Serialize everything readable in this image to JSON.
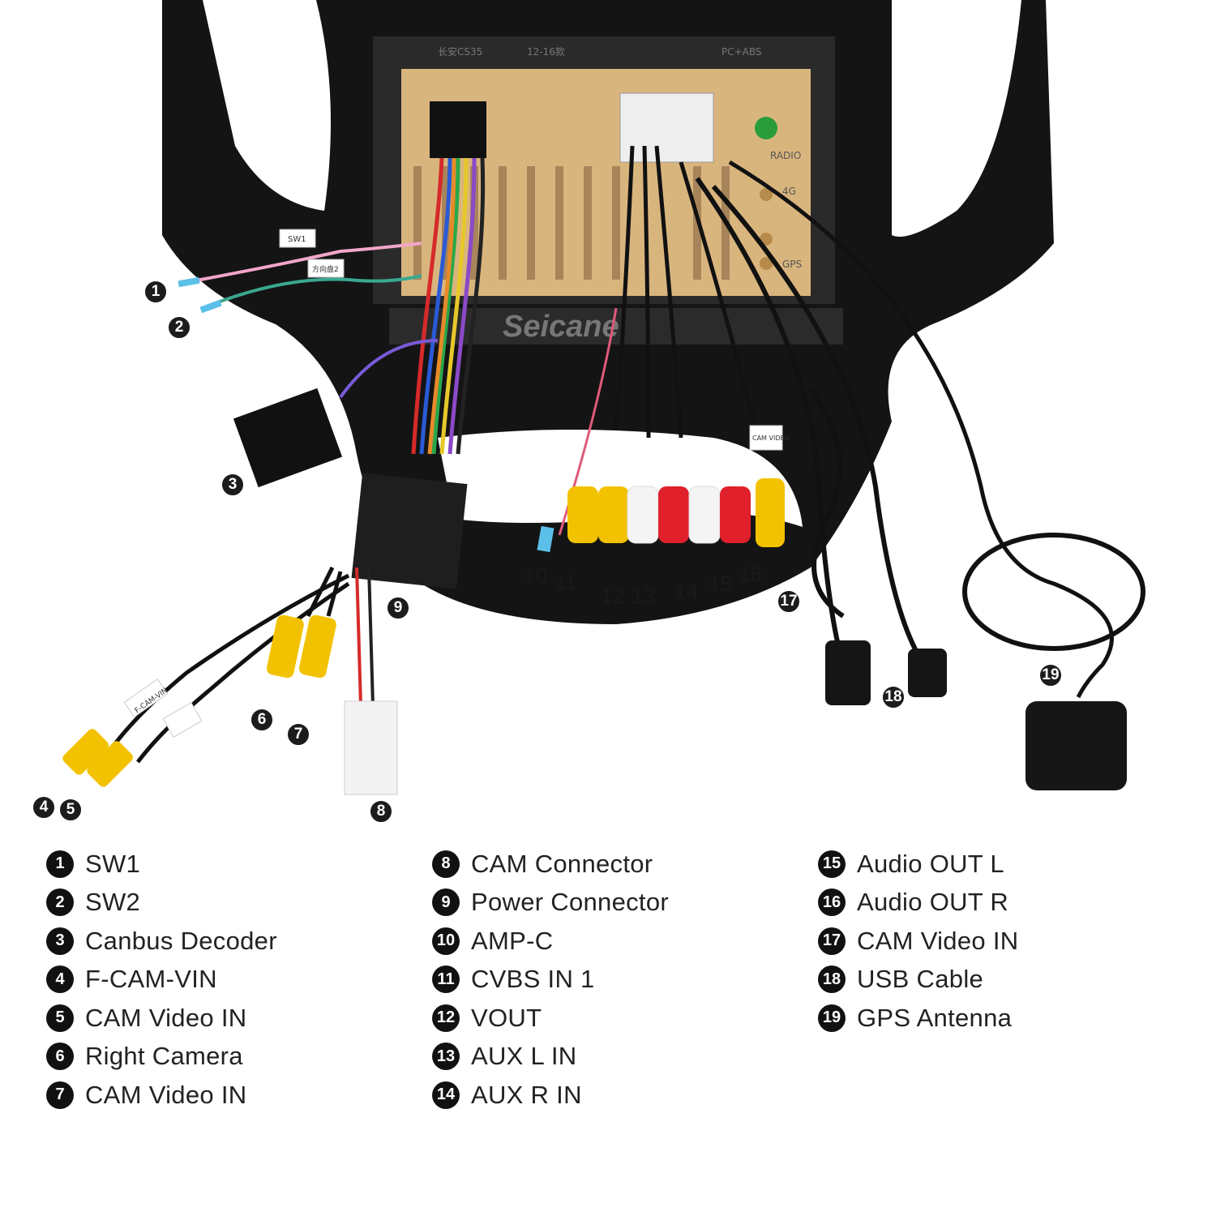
{
  "watermark": "Seicane",
  "unit_labels": {
    "top_left": "长安CS35",
    "top_mid": "12-16款",
    "top_right": "PC+ABS",
    "radio": "RADIO",
    "gps": "GPS",
    "g4": "4G",
    "sw1_tag": "SW1",
    "sw2_tag": "方向盘2",
    "fcam_tag": "F-CAM-VIN",
    "camvideo_tag": "CAM VIDEO IN",
    "camvideo_tag2": "CAM VIDEO"
  },
  "callouts": [
    "1",
    "2",
    "3",
    "4",
    "5",
    "6",
    "7",
    "8",
    "9",
    "10",
    "11",
    "12",
    "13",
    "14",
    "15",
    "16",
    "17",
    "18",
    "19"
  ],
  "legend": {
    "col1": [
      {
        "num": "1",
        "label": "SW1"
      },
      {
        "num": "2",
        "label": "SW2"
      },
      {
        "num": "3",
        "label": "Canbus Decoder"
      },
      {
        "num": "4",
        "label": "F-CAM-VIN"
      },
      {
        "num": "5",
        "label": "CAM Video IN"
      },
      {
        "num": "6",
        "label": "Right Camera"
      },
      {
        "num": "7",
        "label": "CAM Video IN"
      }
    ],
    "col2": [
      {
        "num": "8",
        "label": "CAM Connector"
      },
      {
        "num": "9",
        "label": "Power Connector"
      },
      {
        "num": "10",
        "label": "AMP-C"
      },
      {
        "num": "11",
        "label": "CVBS IN 1"
      },
      {
        "num": "12",
        "label": "VOUT"
      },
      {
        "num": "13",
        "label": "AUX L IN"
      },
      {
        "num": "14",
        "label": "AUX R IN"
      }
    ],
    "col3": [
      {
        "num": "15",
        "label": "Audio OUT L"
      },
      {
        "num": "16",
        "label": "Audio OUT R"
      },
      {
        "num": "17",
        "label": "CAM Video IN"
      },
      {
        "num": "18",
        "label": "USB Cable"
      },
      {
        "num": "19",
        "label": "GPS Antenna"
      }
    ]
  },
  "colors": {
    "frame": "#141414",
    "unit_gold": "#d9b57e",
    "rca_yellow": "#f2c200",
    "rca_red": "#e0202a",
    "rca_white": "#f4f4f4"
  }
}
